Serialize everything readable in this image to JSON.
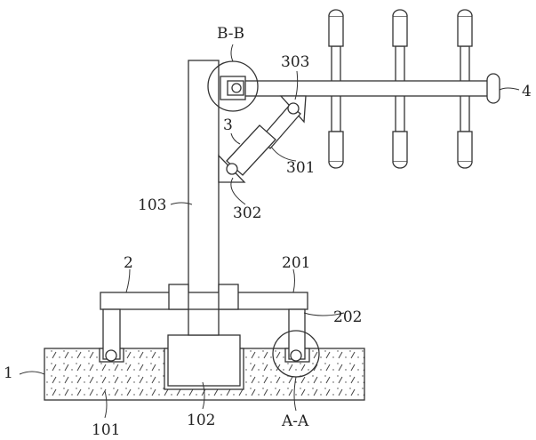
{
  "labels": {
    "bb": "B-B",
    "l303": "303",
    "l3": "3",
    "l301": "301",
    "l302": "302",
    "l103": "103",
    "l2": "2",
    "l201": "201",
    "l202": "202",
    "l1": "1",
    "l101": "101",
    "l102": "102",
    "aa": "A-A",
    "l4": "4"
  },
  "colors": {
    "line": "#333333",
    "fill": "#ffffff"
  }
}
